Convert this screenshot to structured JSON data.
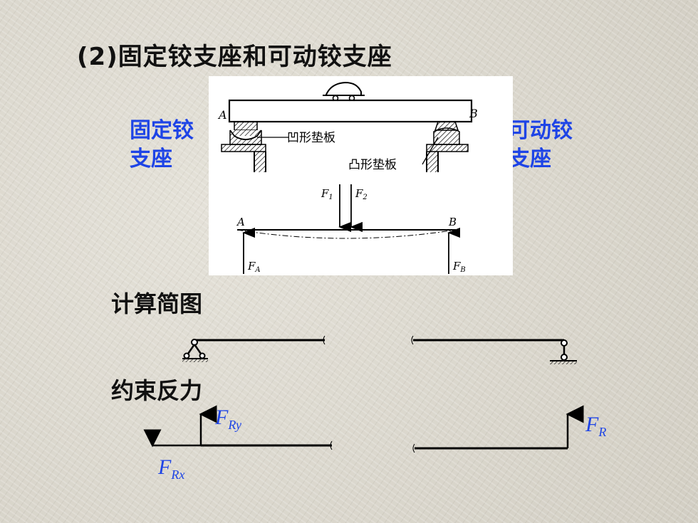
{
  "title": "(2)固定铰支座和可动铰支座",
  "left_label": [
    "固定铰",
    "支座"
  ],
  "right_label": [
    "可动铰",
    "支座"
  ],
  "photo": {
    "point_a": "A",
    "point_b": "B",
    "concave_plate": "凹形垫板",
    "convex_plate": "凸形垫板",
    "f1": "F",
    "f1_sub": "1",
    "f2": "F",
    "f2_sub": "2",
    "fa": "F",
    "fa_sub": "A",
    "fb": "F",
    "fb_sub": "B"
  },
  "sections": {
    "calc_diagram": "计算简图",
    "reaction_force": "约束反力"
  },
  "forces": {
    "fry": "F",
    "fry_sub": "Ry",
    "frx": "F",
    "frx_sub": "Rx",
    "fr": "F",
    "fr_sub": "R"
  },
  "colors": {
    "label_blue": "#1e44e6"
  }
}
